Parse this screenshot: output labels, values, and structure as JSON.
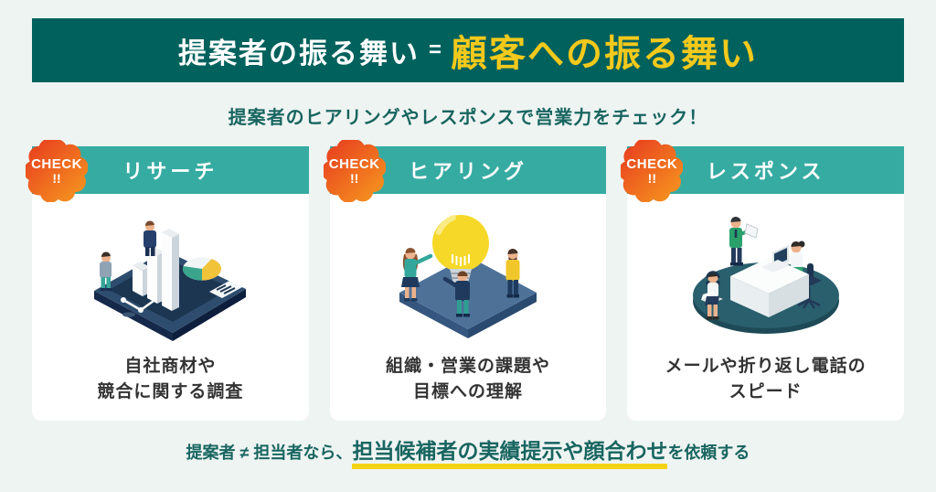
{
  "banner": {
    "title_left": "提案者の振る舞い",
    "equals": "=",
    "title_right": "顧客への振る舞い",
    "bg_color": "#00615d",
    "title_left_color": "#ffffff",
    "title_right_color": "#f3c91c"
  },
  "subtitle": "提案者のヒアリングやレスポンスで営業力をチェック！",
  "badge": {
    "line1": "CHECK",
    "line2": "!!",
    "gradient_from": "#e8431f",
    "gradient_to": "#f6941f"
  },
  "cards": [
    {
      "title": "リサーチ",
      "illustration": "isometric-tablet-analytics-people",
      "description_lines": [
        "自社商材や",
        "競合に関する調査"
      ]
    },
    {
      "title": "ヒアリング",
      "illustration": "isometric-team-around-lightbulb",
      "description_lines": [
        "組織・営業の課題や",
        "目標への理解"
      ]
    },
    {
      "title": "レスポンス",
      "illustration": "isometric-office-desk-support-team",
      "description_lines": [
        "メールや折り返し電話の",
        "スピード"
      ]
    }
  ],
  "footer": {
    "prefix": "提案者 ≠ 担当者なら、",
    "highlight": "担当候補者の実績提示や顔合わせ",
    "suffix": "を依頼する",
    "highlight_underline_color": "#f3d318"
  },
  "colors": {
    "background": "#eef4f2",
    "card_header_teal": "#36aba2",
    "teal_text": "#186560",
    "body_text": "#333333"
  }
}
